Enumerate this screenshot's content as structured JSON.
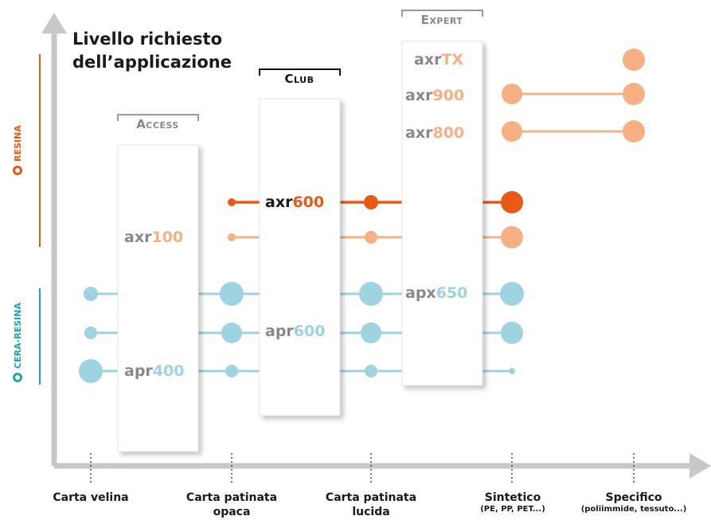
{
  "title_line1": "Livello richiesto",
  "title_line2": "dell’applicazione",
  "axis": {
    "categories": [
      {
        "line1": "Carta velina",
        "line2": "",
        "sub": ""
      },
      {
        "line1": "Carta patinata",
        "line2": "opaca",
        "sub": ""
      },
      {
        "line1": "Carta patinata",
        "line2": "lucida",
        "sub": ""
      },
      {
        "line1": "Sintetico",
        "line2": "",
        "sub": "(PE, PP, PET...)"
      },
      {
        "line1": "Specifico",
        "line2": "",
        "sub": "(poliimmide, tessuto...)"
      }
    ]
  },
  "side_labels": {
    "resina": "RESINA",
    "cera_resina": "CERA-RESINA"
  },
  "tiers": {
    "access": "Access",
    "club": "Club",
    "expert": "Expert"
  },
  "products": {
    "axr_tx": {
      "prefix": "axr",
      "suffix": "TX"
    },
    "axr900": {
      "prefix": "axr",
      "suffix": "900"
    },
    "axr800": {
      "prefix": "axr",
      "suffix": "800"
    },
    "axr600": {
      "prefix": "axr",
      "suffix": "600"
    },
    "axr100": {
      "prefix": "axr",
      "suffix": "100"
    },
    "apx650": {
      "prefix": "apx",
      "suffix": "650"
    },
    "apr600": {
      "prefix": "apr",
      "suffix": "600"
    },
    "apr400": {
      "prefix": "apr",
      "suffix": "400"
    }
  },
  "colors": {
    "axis": "#c8c8c8",
    "resina_light": "#f5b083",
    "resina_dark": "#e85a13",
    "cera": "#9dd4df",
    "cera_label": "#1ea4b3",
    "resina_label": "#e85a13",
    "grey_text": "#888888"
  }
}
